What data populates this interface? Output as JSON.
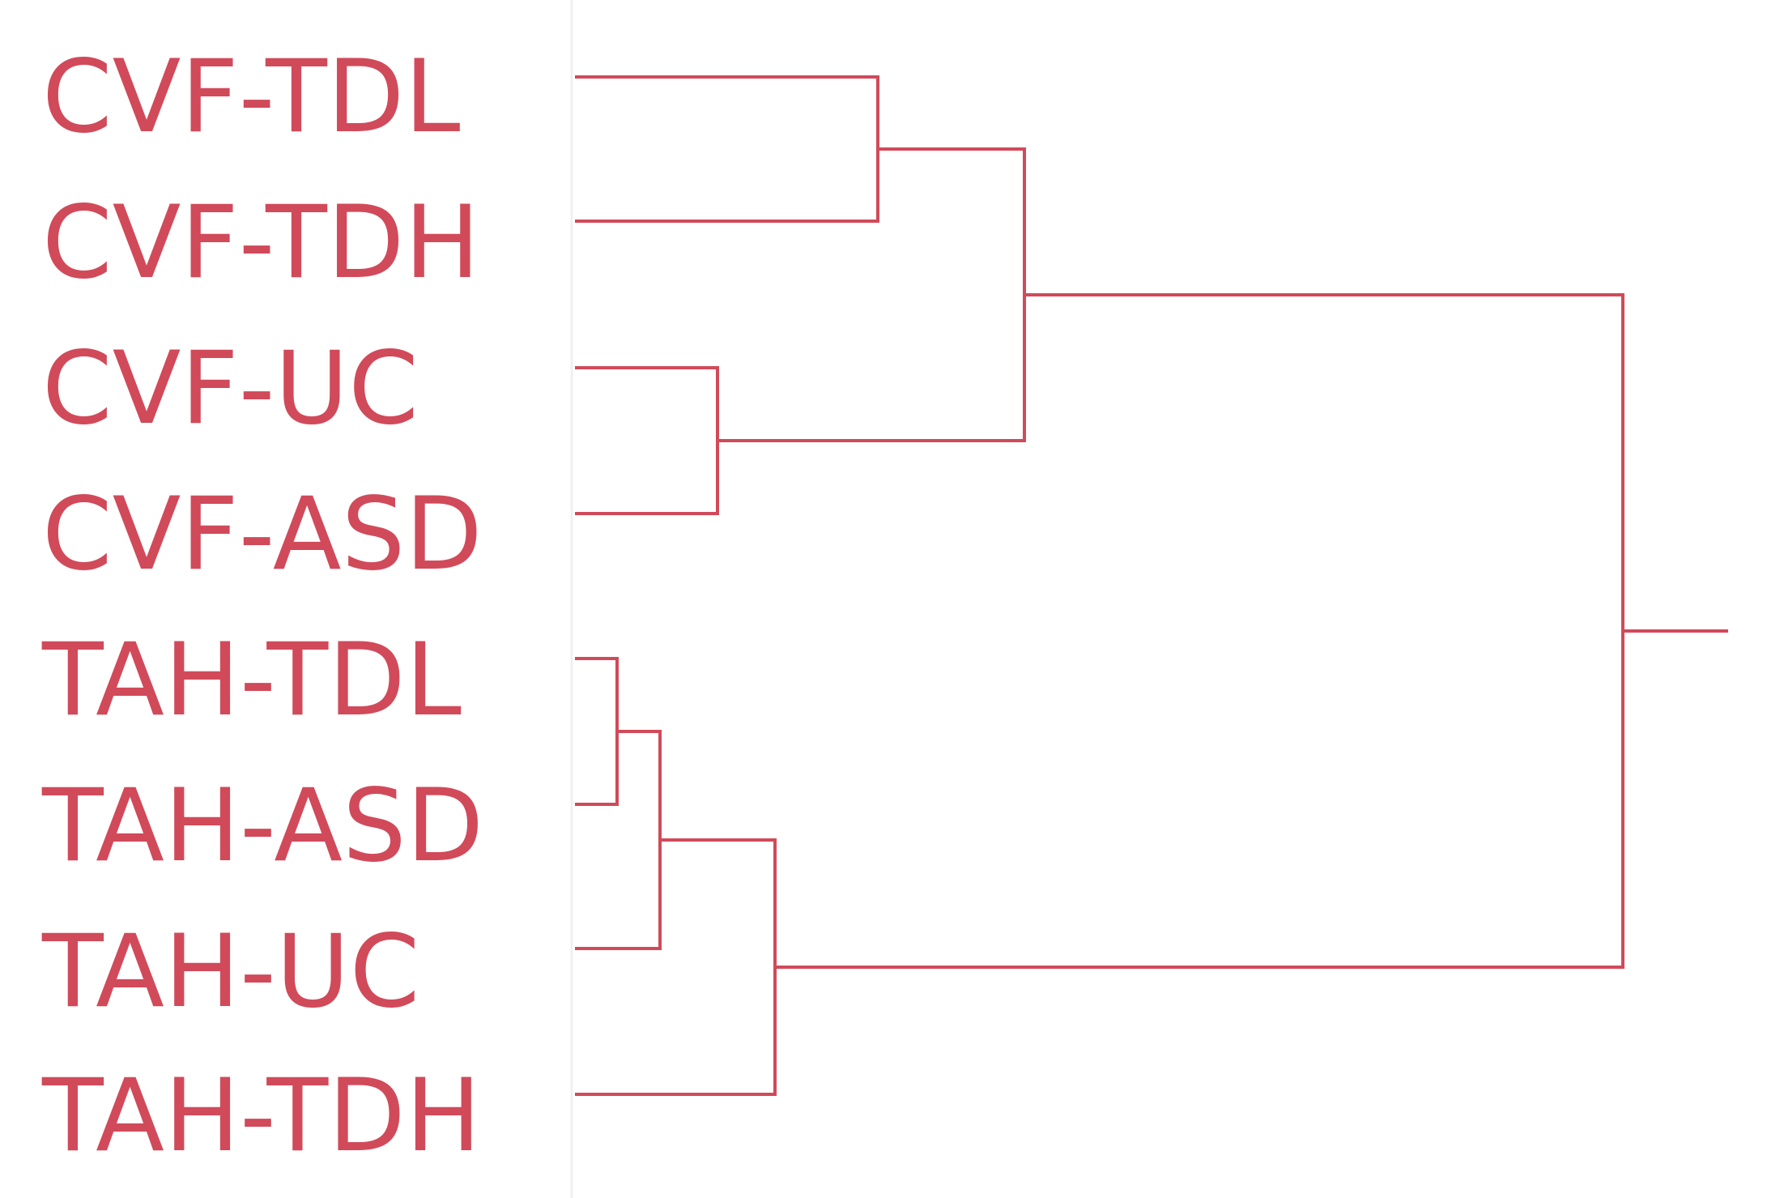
{
  "diagram": {
    "type": "dendrogram",
    "color": "#d14a5a",
    "leaves": [
      {
        "id": "L1",
        "label": "CVF-TDL"
      },
      {
        "id": "L2",
        "label": "CVF-TDH"
      },
      {
        "id": "L3",
        "label": "CVF-UC"
      },
      {
        "id": "L4",
        "label": "CVF-ASD"
      },
      {
        "id": "L5",
        "label": "TAH-TDL"
      },
      {
        "id": "L6",
        "label": "TAH-ASD"
      },
      {
        "id": "L7",
        "label": "TAH-UC"
      },
      {
        "id": "L8",
        "label": "TAH-TDH"
      }
    ],
    "merges": [
      {
        "id": "M1",
        "children": [
          "L1",
          "L2"
        ]
      },
      {
        "id": "M2",
        "children": [
          "L3",
          "L4"
        ]
      },
      {
        "id": "M3",
        "children": [
          "M1",
          "M2"
        ]
      },
      {
        "id": "M4",
        "children": [
          "L5",
          "L6"
        ]
      },
      {
        "id": "M5",
        "children": [
          "M4",
          "L7"
        ]
      },
      {
        "id": "M6",
        "children": [
          "M5",
          "L8"
        ]
      },
      {
        "id": "M7",
        "children": [
          "M3",
          "M6"
        ]
      }
    ]
  }
}
